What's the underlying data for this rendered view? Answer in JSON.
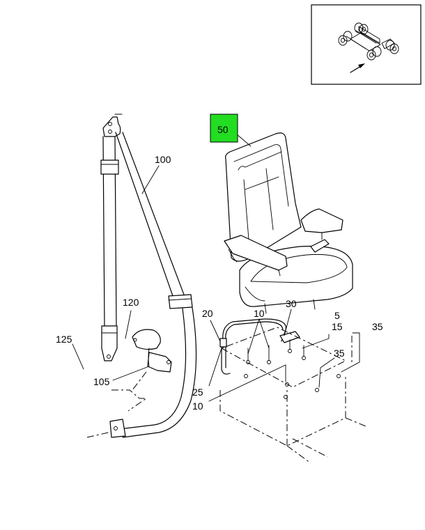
{
  "callouts": {
    "c50": "50",
    "c100": "100",
    "c120": "120",
    "c125": "125",
    "c105": "105",
    "c20": "20",
    "c10a": "10",
    "c30": "30",
    "c5": "5",
    "c15": "15",
    "c35a": "35",
    "c35b": "35",
    "c25": "25",
    "c10b": "10"
  },
  "colors": {
    "highlight": "#22dd22",
    "line": "#000000",
    "background": "#ffffff"
  },
  "icons": {
    "locator": "vehicle-chassis-locator-icon",
    "arrow": "locator-arrow-icon"
  }
}
